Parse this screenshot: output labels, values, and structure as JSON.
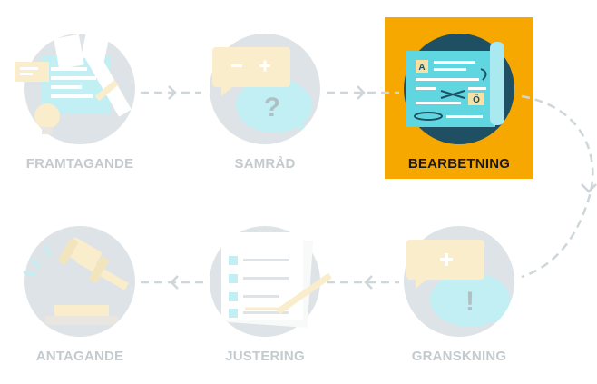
{
  "diagram": {
    "active_color": "#f7a800",
    "muted_label_color": "#c4cacd",
    "circle_color": "#c2cdd2",
    "connector_color": "#cfd6d9",
    "steps": [
      {
        "label": "FRAMTAGANDE",
        "icon": "document-lightbulb-icon",
        "active": false
      },
      {
        "label": "SAMRÅD",
        "icon": "speech-bubbles-question-icon",
        "active": false
      },
      {
        "label": "BEARBETNING",
        "icon": "edited-document-icon",
        "active": true
      },
      {
        "label": "GRANSKNING",
        "icon": "speech-bubbles-exclamation-icon",
        "active": false
      },
      {
        "label": "JUSTERING",
        "icon": "checklist-pen-icon",
        "active": false
      },
      {
        "label": "ANTAGANDE",
        "icon": "gavel-icon",
        "active": false
      }
    ]
  }
}
